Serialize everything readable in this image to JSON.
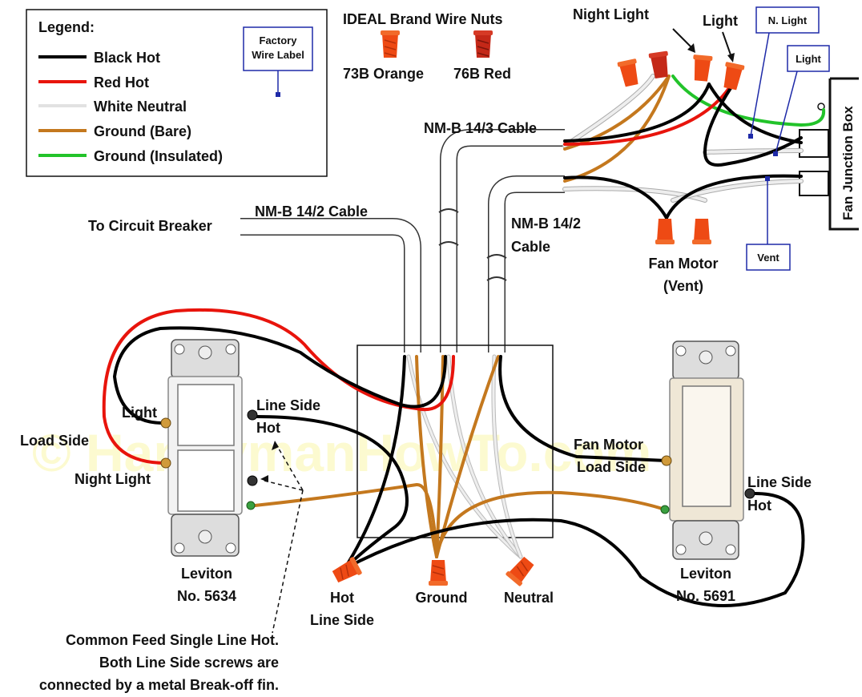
{
  "legend": {
    "title": "Legend:",
    "items": [
      {
        "label": "Black Hot",
        "color": "#000000"
      },
      {
        "label": "Red Hot",
        "color": "#e8140c"
      },
      {
        "label": "White Neutral",
        "color": "#e2e2e2"
      },
      {
        "label": "Ground (Bare)",
        "color": "#c4781e"
      },
      {
        "label": "Ground (Insulated)",
        "color": "#22c32a"
      }
    ],
    "factory_label_line1": "Factory",
    "factory_label_line2": "Wire Label"
  },
  "wire_nuts": {
    "title": "IDEAL Brand Wire Nuts",
    "orange": "73B Orange",
    "red": "76B Red"
  },
  "colors": {
    "black": "#000000",
    "red_wire": "#e8140c",
    "white_wire": "#e2e2e2",
    "bare_ground": "#c4781e",
    "green_ground": "#22c32a",
    "nut_orange": "#ee4a14",
    "nut_red": "#c42818",
    "tag_blue": "#1e2aa8"
  },
  "labels": {
    "night_light": "Night Light",
    "light": "Light",
    "tag_n_light": "N. Light",
    "tag_light": "Light",
    "tag_vent": "Vent",
    "fan_junction_box": "Fan Junction Box",
    "cable_14_3": "NM-B 14/3 Cable",
    "cable_14_2_left": "NM-B 14/2 Cable",
    "cable_14_2_right_1": "NM-B 14/2",
    "cable_14_2_right_2": "Cable",
    "to_breaker": "To Circuit Breaker",
    "fan_motor_1": "Fan Motor",
    "fan_motor_2": "(Vent)",
    "sw_light": "Light",
    "load_side": "Load Side",
    "sw_night_light": "Night Light",
    "line_side_hot_1": "Line Side",
    "line_side_hot_2": "Hot",
    "leviton_left_1": "Leviton",
    "leviton_left_2": "No. 5634",
    "hot_line_side_1": "Hot",
    "hot_line_side_2": "Line Side",
    "ground": "Ground",
    "neutral": "Neutral",
    "fan_motor_load_1": "Fan Motor",
    "fan_motor_load_2": "Load Side",
    "right_line_side_1": "Line Side",
    "right_line_side_2": "Hot",
    "leviton_right_1": "Leviton",
    "leviton_right_2": "No. 5691",
    "note_1": "Common Feed Single Line Hot.",
    "note_2": "Both Line Side screws are",
    "note_3": "connected by a metal Break-off fin.",
    "watermark": "© HandymanHowTo.com"
  }
}
